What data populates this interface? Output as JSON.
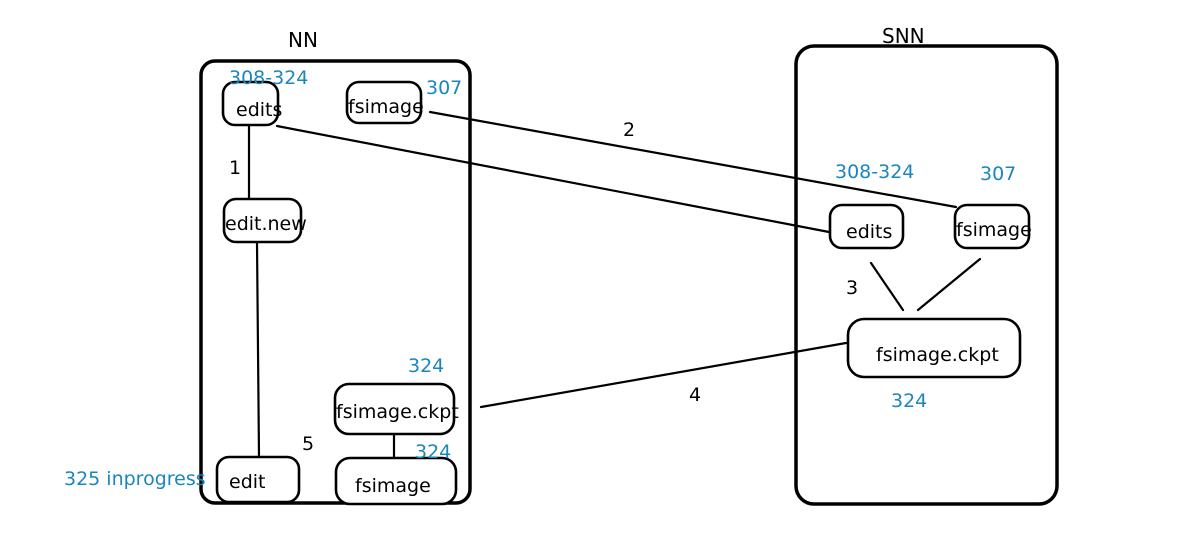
{
  "colors": {
    "line": "#000000",
    "annotation": "#1a86be",
    "background": "#ffffff"
  },
  "nn": {
    "title": "NN",
    "edits": {
      "label": "edits",
      "range": "308-324"
    },
    "fsimage": {
      "label": "fsimage",
      "version": "307"
    },
    "edit_new": {
      "label": "edit.new"
    },
    "fsimage_ckpt": {
      "label": "fsimage.ckpt",
      "version": "324"
    },
    "fsimage_new": {
      "label": "fsimage",
      "version": "324"
    },
    "edit": {
      "label": "edit",
      "note": "325 inprogress"
    }
  },
  "snn": {
    "title": "SNN",
    "edits": {
      "label": "edits",
      "range": "308-324"
    },
    "fsimage": {
      "label": "fsimage",
      "version": "307"
    },
    "fsimage_ckpt": {
      "label": "fsimage.ckpt",
      "version": "324"
    }
  },
  "steps": {
    "step1": "1",
    "step2": "2",
    "step3": "3",
    "step4": "4",
    "step5": "5"
  }
}
